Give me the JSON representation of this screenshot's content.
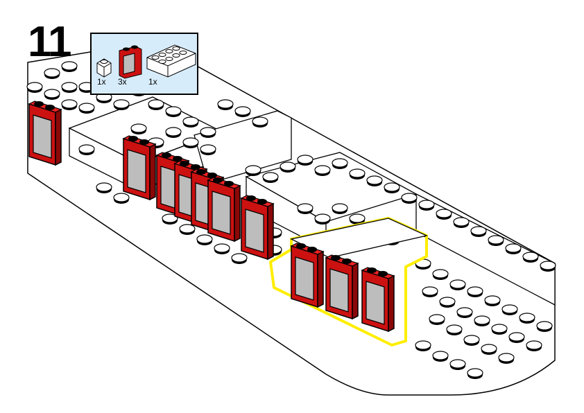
{
  "step": {
    "number": "11"
  },
  "parts_list": {
    "items": [
      {
        "qty": "1x",
        "part": "white-1x1-brick-icon"
      },
      {
        "qty": "3x",
        "part": "red-window-frame-icon"
      },
      {
        "qty": "1x",
        "part": "white-2x4-brick-icon"
      }
    ]
  },
  "colors": {
    "callout_background": "#d7ecfb",
    "brick_red": "#cc1111",
    "window_glass": "#c0c0c0",
    "highlight": "#ffee00",
    "baseplate": "#ffffff"
  }
}
